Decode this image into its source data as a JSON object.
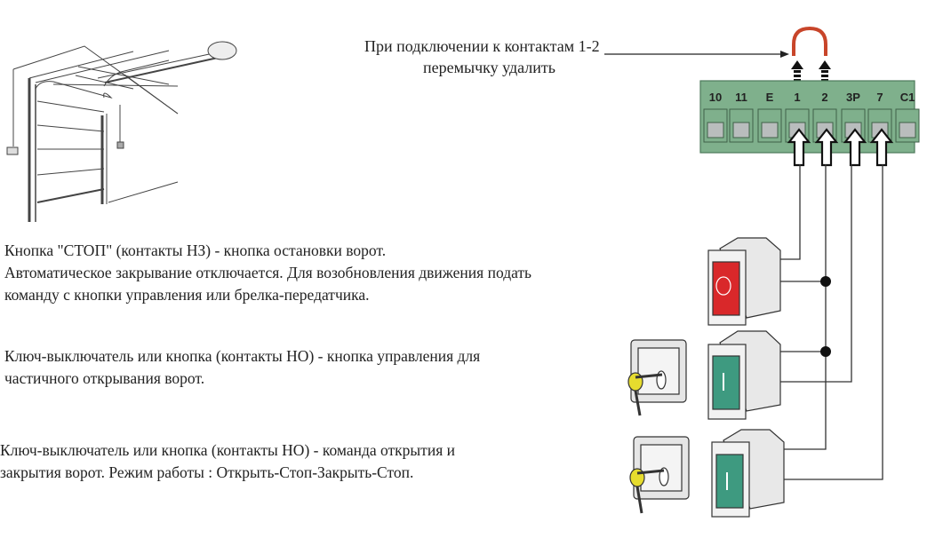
{
  "jumper_note": {
    "line1": "При подключении к контактам 1-2",
    "line2": "перемычку удалить"
  },
  "terminals": [
    "10",
    "11",
    "E",
    "1",
    "2",
    "3P",
    "7",
    "C1"
  ],
  "descriptions": {
    "stop": {
      "line1": "Кнопка \"СТОП\" (контакты НЗ) - кнопка остановки ворот.",
      "line2": "Автоматическое закрывание отключается. Для возобновления движения подать",
      "line3": "команду с кнопки управления или брелка-передатчика."
    },
    "partial": {
      "line1": "Ключ-выключатель или кнопка (контакты НО) - кнопка управления для",
      "line2": "частичного открывания ворот."
    },
    "open_close": {
      "line1": "Ключ-выключатель или кнопка (контакты НО) - команда открытия и",
      "line2": "закрытия ворот. Режим работы : Открыть-Стоп-Закрыть-Стоп."
    }
  },
  "colors": {
    "terminal_block": "#7fb08c",
    "jumper": "#c8452a",
    "stop_button": "#d9282a",
    "green_button": "#3e9a80",
    "key": "#e6dc2e"
  }
}
